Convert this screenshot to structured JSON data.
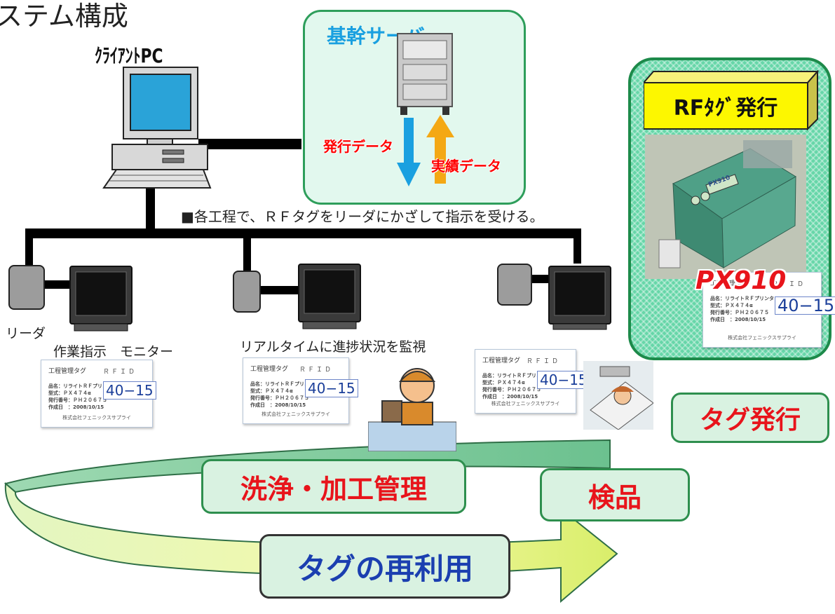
{
  "title": "ステム構成",
  "client_pc": {
    "label": "ｸﾗｲｱﾝﾄPC"
  },
  "server": {
    "title": "基幹サーバ",
    "issue_data": "発行データ",
    "result_data": "実績データ"
  },
  "note": "■各工程で、ＲＦタグをリーダにかざして指示を受ける。",
  "labels": {
    "reader": "リーダ",
    "work_monitor": "作業指示　モニター",
    "realtime": "リアルタイムに進捗状況を監視"
  },
  "rf_panel": {
    "title": "RFﾀｸﾞ発行",
    "model": "PX910",
    "device_logo": "PX910"
  },
  "tag_card": {
    "title": "工程管理タグ",
    "rfid": "ＲＦＩＤ",
    "lines": [
      "品名：リライトＲＦプリンタ",
      "型式：ＰＸ４７４α",
      "発行番号：ＰＨ２０６７５",
      "作成日　：2008/10/15"
    ],
    "number": "40−15",
    "company": "株式会社フェニックスサプライ"
  },
  "process": {
    "tag_issue": "タグ発行",
    "wash": "洗浄・加工管理",
    "inspection": "検品",
    "reuse": "タグの再利用"
  },
  "colors": {
    "server_border": "#2e9e5b",
    "down_arrow": "#1aa0e0",
    "up_arrow": "#f4a814",
    "label_red": "#e8141b",
    "reuse_text": "#1b3fb0"
  }
}
